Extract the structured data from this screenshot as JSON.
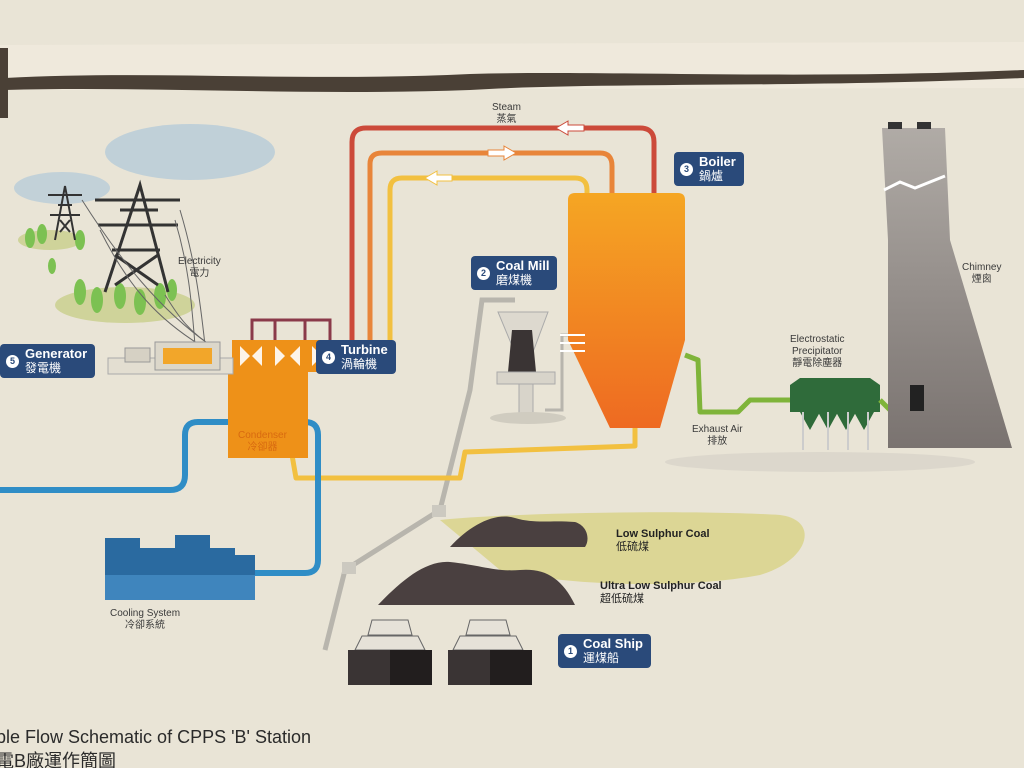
{
  "labels": {
    "steam": {
      "en": "Steam",
      "zh": "蒸氣"
    },
    "electricity": {
      "en": "Electricity",
      "zh": "電力"
    },
    "condenser": {
      "en": "Condenser",
      "zh": "冷卻器"
    },
    "exhaust_air": {
      "en": "Exhaust Air",
      "zh": "排放"
    },
    "electrostatic_precipitator": {
      "en_line1": "Electrostatic",
      "en_line2": "Precipitator",
      "zh": "靜電除塵器"
    },
    "chimney": {
      "en": "Chimney",
      "zh": "煙囪"
    },
    "cooling_system": {
      "en": "Cooling System",
      "zh": "冷卻系統"
    },
    "low_sulphur_coal": {
      "en": "Low Sulphur Coal",
      "zh": "低硫煤"
    },
    "ultra_low_sulphur_coal": {
      "en": "Ultra Low Sulphur Coal",
      "zh": "超低硫煤"
    }
  },
  "steps": [
    {
      "number": "1",
      "en": "Coal Ship",
      "zh": "運煤船"
    },
    {
      "number": "2",
      "en": "Coal Mill",
      "zh": "磨煤機"
    },
    {
      "number": "3",
      "en": "Boiler",
      "zh": "鍋爐"
    },
    {
      "number": "4",
      "en": "Turbine",
      "zh": "渦輪機"
    },
    {
      "number": "5",
      "en": "Generator",
      "zh": "發電機"
    }
  ],
  "caption": {
    "en": "ple Flow Schematic of CPPS 'B' Station",
    "zh": "電B廠運作簡圖"
  },
  "colors": {
    "background": "#e9e4d6",
    "badge": "#2a4a7a",
    "steam_red": "#cc4a3a",
    "steam_orange": "#e8853a",
    "steam_yellow": "#f2c040",
    "boiler_orange": "#f0921e",
    "condenser_orange": "#ee9118",
    "cooling_blue": "#2f8dc6",
    "exhaust_green": "#7fb43a",
    "precipitator_green": "#2f6b3a",
    "chimney_gray": "#8a8480",
    "coal_dark": "#4a4040",
    "coal_field_yellow": "#d9d48a"
  }
}
